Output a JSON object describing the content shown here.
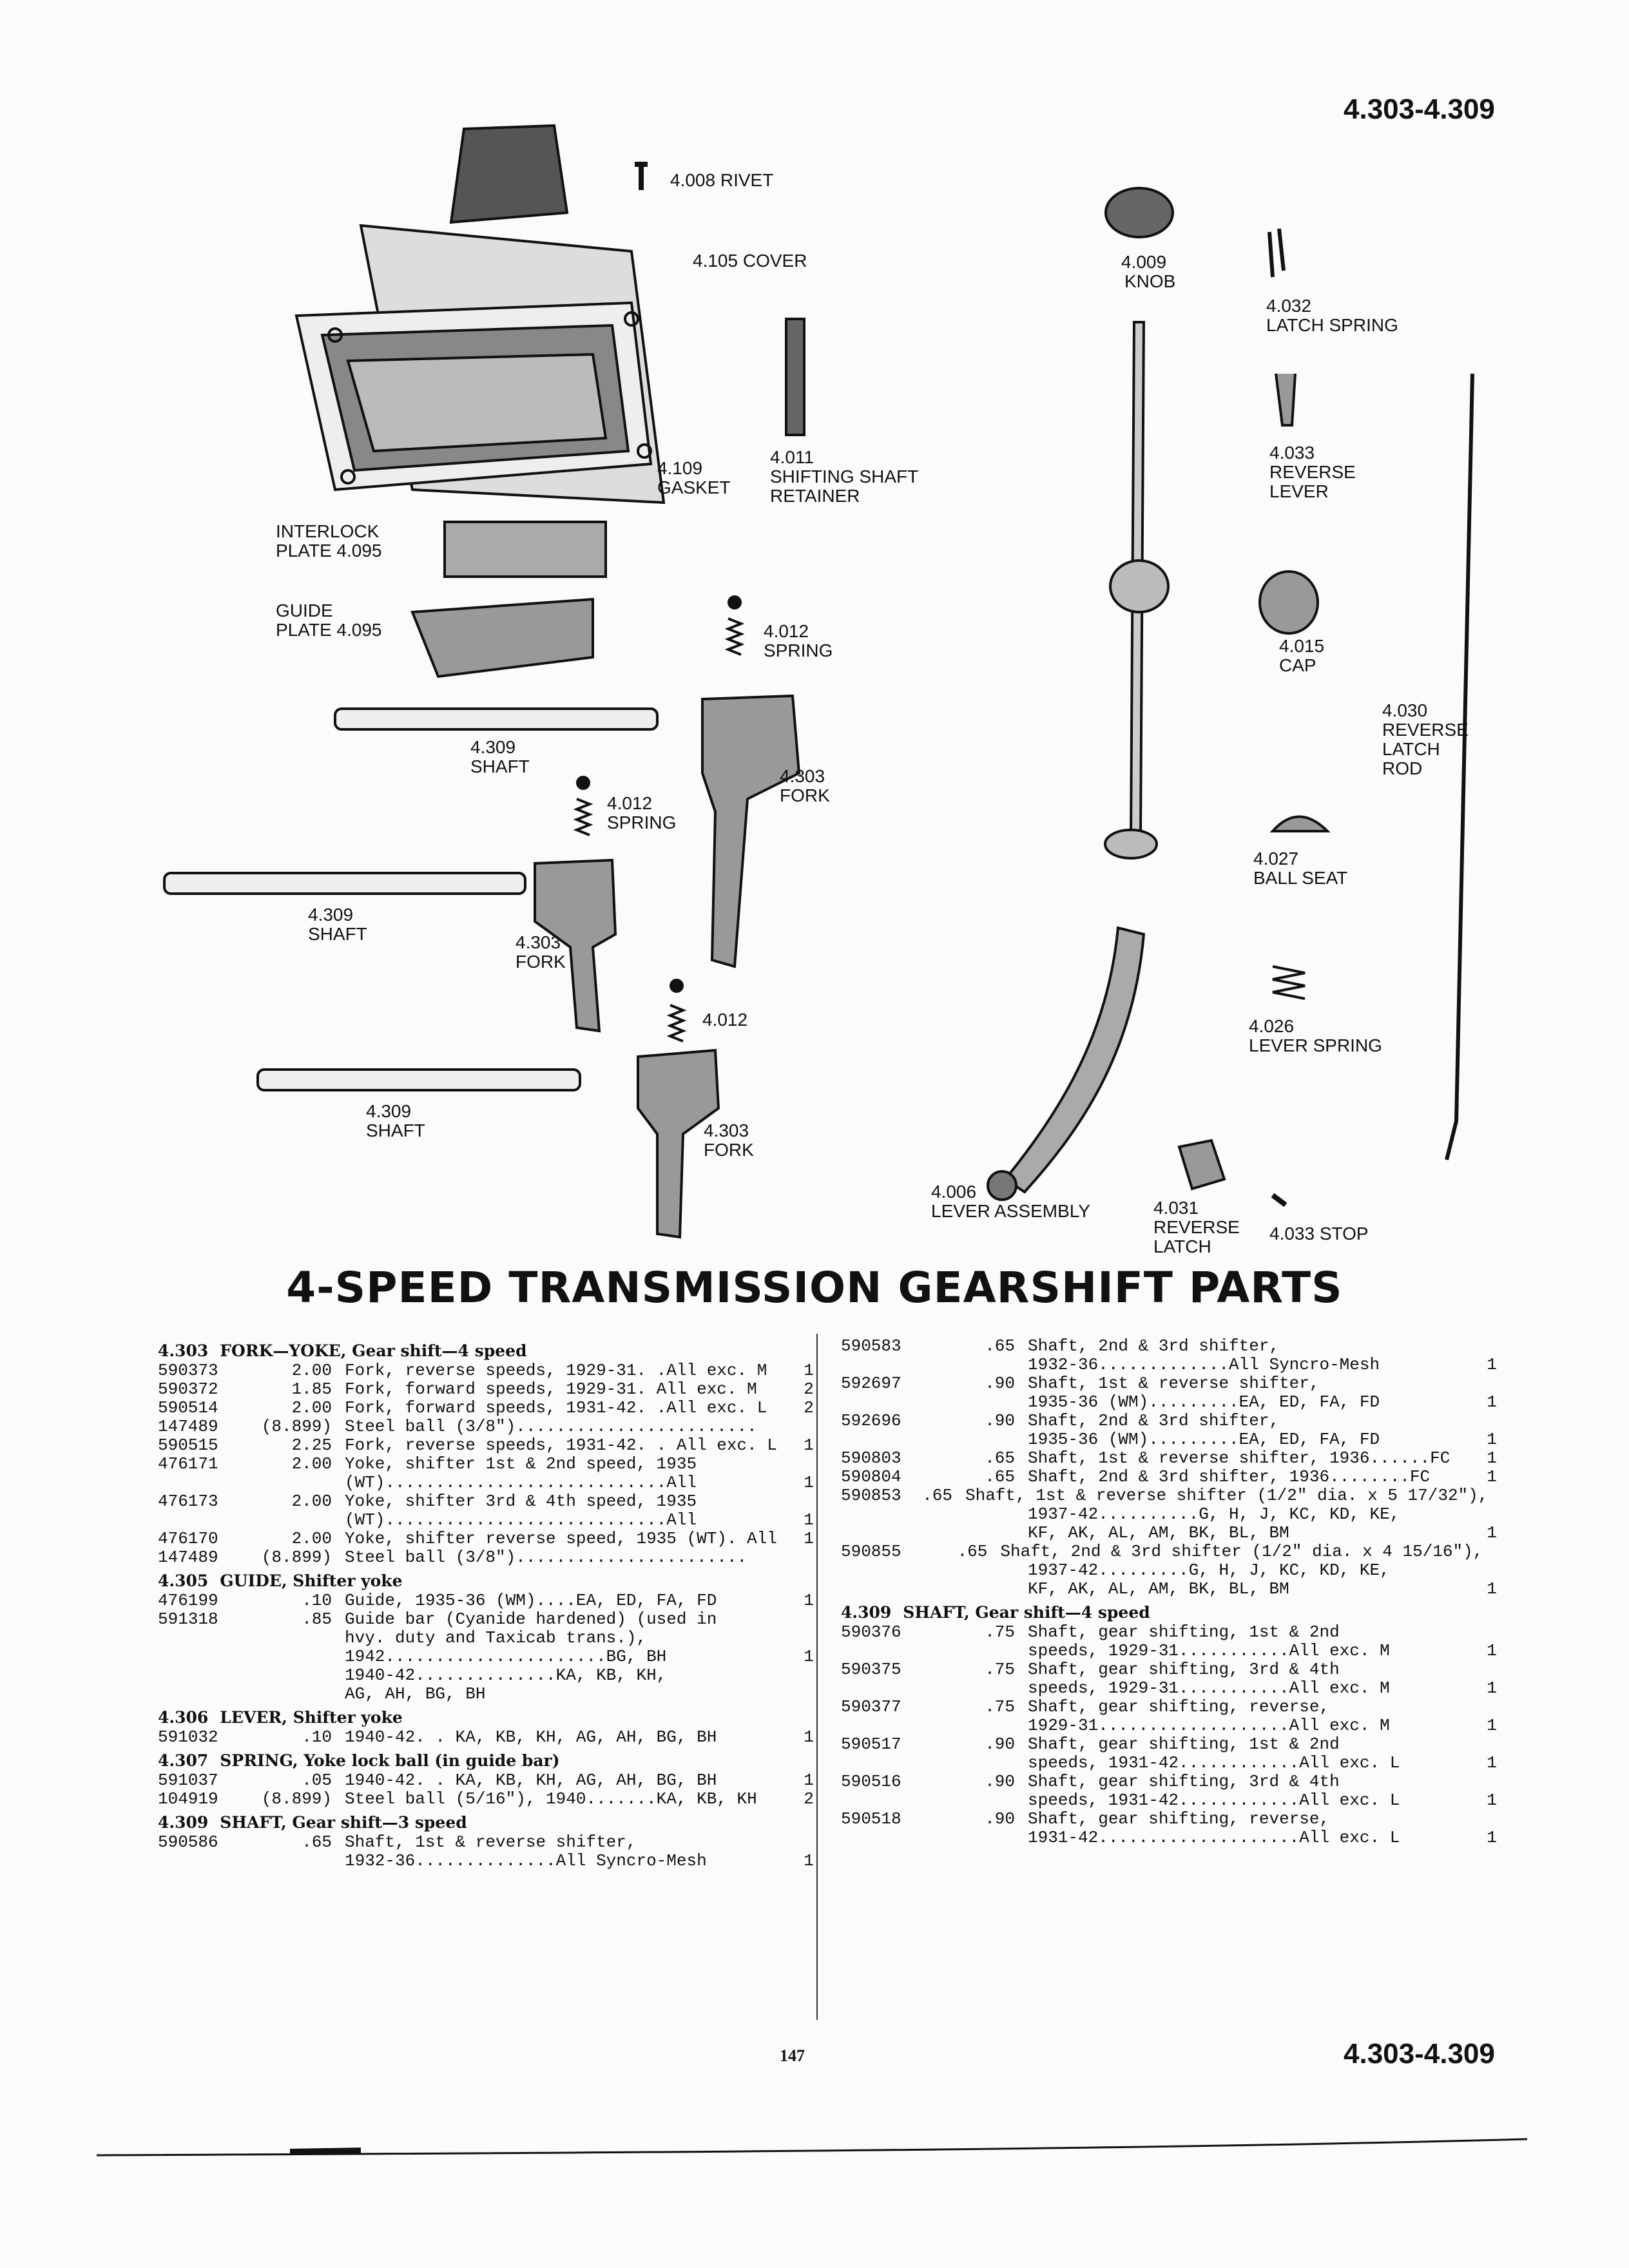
{
  "page_ref": "4.303-4.309",
  "page_number": "147",
  "title": "4-SPEED TRANSMISSION GEARSHIFT PARTS",
  "labels": {
    "rivet": "4.008 RIVET",
    "cover": "4.105 COVER",
    "knob_num": "4.009",
    "knob": "KNOB",
    "latch_spring_num": "4.032",
    "latch_spring": "LATCH SPRING",
    "retainer_num": "4.011",
    "retainer_1": "SHIFTING SHAFT",
    "retainer_2": "RETAINER",
    "gasket_num": "4.109",
    "gasket": "GASKET",
    "reverse_lever_num": "4.033",
    "reverse_lever_1": "REVERSE",
    "reverse_lever_2": "LEVER",
    "interlock_1": "INTERLOCK",
    "interlock_2": "PLATE 4.095",
    "guide_1": "GUIDE",
    "guide_2": "PLATE 4.095",
    "spring_a_num": "4.012",
    "spring_a": "SPRING",
    "cap_num": "4.015",
    "cap": "CAP",
    "reverse_latch_rod_num": "4.030",
    "reverse_latch_rod_1": "REVERSE",
    "reverse_latch_rod_2": "LATCH",
    "reverse_latch_rod_3": "ROD",
    "shaft_a_num": "4.309",
    "shaft_a": "SHAFT",
    "fork_a_num": "4.303",
    "fork_a": "FORK",
    "spring_b_num": "4.012",
    "spring_b": "SPRING",
    "ball_seat_num": "4.027",
    "ball_seat": "BALL SEAT",
    "shaft_b_num": "4.309",
    "shaft_b": "SHAFT",
    "fork_b_num": "4.303",
    "fork_b": "FORK",
    "lever_spring_num": "4.026",
    "lever_spring": "LEVER SPRING",
    "spring_c": "4.012",
    "shaft_c_num": "4.309",
    "shaft_c": "SHAFT",
    "fork_c_num": "4.303",
    "fork_c": "FORK",
    "lever_assembly_num": "4.006",
    "lever_assembly": "LEVER ASSEMBLY",
    "reverse_latch_num": "4.031",
    "reverse_latch_1": "REVERSE",
    "reverse_latch_2": "LATCH",
    "stop": "4.033 STOP"
  },
  "left_column": [
    {
      "type": "header",
      "num": "4.303",
      "text": "FORK—YOKE, Gear shift—4 speed"
    },
    {
      "type": "row",
      "part": "590373",
      "price": "2.00",
      "desc": "Fork, reverse speeds, 1929-31. .All exc. M",
      "qty": "1"
    },
    {
      "type": "row",
      "part": "590372",
      "price": "1.85",
      "desc": "Fork, forward speeds, 1929-31. All exc. M",
      "qty": "2"
    },
    {
      "type": "row",
      "part": "590514",
      "price": "2.00",
      "desc": "Fork, forward speeds, 1931-42. .All exc. L",
      "qty": "2"
    },
    {
      "type": "row",
      "part": "147489",
      "price": "(8.899)",
      "desc": "Steel ball (3/8\")........................",
      "qty": ""
    },
    {
      "type": "row",
      "part": "590515",
      "price": "2.25",
      "desc": "Fork, reverse speeds, 1931-42. . All exc. L",
      "qty": "1"
    },
    {
      "type": "row",
      "part": "476171",
      "price": "2.00",
      "desc": "Yoke, shifter 1st & 2nd speed, 1935",
      "qty": ""
    },
    {
      "type": "row",
      "part": "",
      "price": "",
      "desc": "    (WT)............................All",
      "qty": "1"
    },
    {
      "type": "row",
      "part": "476173",
      "price": "2.00",
      "desc": "Yoke, shifter 3rd & 4th speed, 1935",
      "qty": ""
    },
    {
      "type": "row",
      "part": "",
      "price": "",
      "desc": "    (WT)............................All",
      "qty": "1"
    },
    {
      "type": "row",
      "part": "476170",
      "price": "2.00",
      "desc": "Yoke, shifter reverse speed, 1935 (WT). All",
      "qty": "1"
    },
    {
      "type": "row",
      "part": "147489",
      "price": "(8.899)",
      "desc": "Steel ball (3/8\").......................",
      "qty": ""
    },
    {
      "type": "header",
      "num": "4.305",
      "text": "GUIDE, Shifter yoke"
    },
    {
      "type": "row",
      "part": "476199",
      "price": ".10",
      "desc": "Guide, 1935-36 (WM)....EA, ED, FA, FD",
      "qty": "1"
    },
    {
      "type": "row",
      "part": "591318",
      "price": ".85",
      "desc": "Guide bar (Cyanide hardened) (used in",
      "qty": ""
    },
    {
      "type": "row",
      "part": "",
      "price": "",
      "desc": "  hvy. duty and Taxicab trans.),",
      "qty": ""
    },
    {
      "type": "row",
      "part": "",
      "price": "",
      "desc": "  1942......................BG, BH",
      "qty": "1"
    },
    {
      "type": "row",
      "part": "",
      "price": "",
      "desc": "  1940-42..............KA, KB, KH,",
      "qty": ""
    },
    {
      "type": "row",
      "part": "",
      "price": "",
      "desc": "                   AG, AH, BG, BH",
      "qty": ""
    },
    {
      "type": "header",
      "num": "4.306",
      "text": "LEVER, Shifter yoke"
    },
    {
      "type": "row",
      "part": "591032",
      "price": ".10",
      "desc": "1940-42. . KA, KB, KH, AG, AH, BG, BH",
      "qty": "1"
    },
    {
      "type": "header",
      "num": "4.307",
      "text": "SPRING, Yoke lock ball (in guide bar)"
    },
    {
      "type": "row",
      "part": "591037",
      "price": ".05",
      "desc": "1940-42. . KA, KB, KH, AG, AH, BG, BH",
      "qty": "1"
    },
    {
      "type": "row",
      "part": "104919",
      "price": "(8.899)",
      "desc": "Steel ball (5/16\"), 1940.......KA, KB, KH",
      "qty": "2"
    },
    {
      "type": "header",
      "num": "4.309",
      "text": "SHAFT, Gear shift—3 speed"
    },
    {
      "type": "row",
      "part": "590586",
      "price": ".65",
      "desc": "Shaft, 1st & reverse shifter,",
      "qty": ""
    },
    {
      "type": "row",
      "part": "",
      "price": "",
      "desc": "  1932-36..............All Syncro-Mesh",
      "qty": "1"
    }
  ],
  "right_column": [
    {
      "type": "row",
      "part": "590583",
      "price": ".65",
      "desc": "Shaft, 2nd & 3rd shifter,",
      "qty": ""
    },
    {
      "type": "row",
      "part": "",
      "price": "",
      "desc": "  1932-36.............All Syncro-Mesh",
      "qty": "1"
    },
    {
      "type": "row",
      "part": "592697",
      "price": ".90",
      "desc": "Shaft, 1st & reverse shifter,",
      "qty": ""
    },
    {
      "type": "row",
      "part": "",
      "price": "",
      "desc": "  1935-36 (WM).........EA, ED, FA, FD",
      "qty": "1"
    },
    {
      "type": "row",
      "part": "592696",
      "price": ".90",
      "desc": "Shaft, 2nd & 3rd shifter,",
      "qty": ""
    },
    {
      "type": "row",
      "part": "",
      "price": "",
      "desc": "  1935-36 (WM).........EA, ED, FA, FD",
      "qty": "1"
    },
    {
      "type": "row",
      "part": "590803",
      "price": ".65",
      "desc": "Shaft, 1st & reverse shifter, 1936......FC",
      "qty": "1"
    },
    {
      "type": "row",
      "part": "590804",
      "price": ".65",
      "desc": "Shaft, 2nd & 3rd shifter, 1936........FC",
      "qty": "1"
    },
    {
      "type": "row",
      "part": "590853",
      "price": ".65",
      "desc": "Shaft, 1st & reverse shifter (1/2\" dia. x 5 17/32\"),",
      "qty": ""
    },
    {
      "type": "row",
      "part": "",
      "price": "",
      "desc": "  1937-42..........G, H, J, KC, KD, KE,",
      "qty": ""
    },
    {
      "type": "row",
      "part": "",
      "price": "",
      "desc": "     KF, AK, AL, AM, BK, BL, BM",
      "qty": "1"
    },
    {
      "type": "row",
      "part": "590855",
      "price": ".65",
      "desc": "Shaft, 2nd & 3rd shifter (1/2\" dia. x 4 15/16\"),",
      "qty": ""
    },
    {
      "type": "row",
      "part": "",
      "price": "",
      "desc": "  1937-42.........G, H, J, KC, KD, KE,",
      "qty": ""
    },
    {
      "type": "row",
      "part": "",
      "price": "",
      "desc": "     KF, AK, AL, AM, BK, BL, BM",
      "qty": "1"
    },
    {
      "type": "header",
      "num": "4.309",
      "text": "SHAFT, Gear shift—4 speed"
    },
    {
      "type": "row",
      "part": "590376",
      "price": ".75",
      "desc": "Shaft, gear shifting, 1st & 2nd",
      "qty": ""
    },
    {
      "type": "row",
      "part": "",
      "price": "",
      "desc": "  speeds, 1929-31...........All exc. M",
      "qty": "1"
    },
    {
      "type": "row",
      "part": "590375",
      "price": ".75",
      "desc": "Shaft, gear shifting, 3rd & 4th",
      "qty": ""
    },
    {
      "type": "row",
      "part": "",
      "price": "",
      "desc": "  speeds, 1929-31...........All exc. M",
      "qty": "1"
    },
    {
      "type": "row",
      "part": "590377",
      "price": ".75",
      "desc": "Shaft, gear shifting, reverse,",
      "qty": ""
    },
    {
      "type": "row",
      "part": "",
      "price": "",
      "desc": "  1929-31...................All exc. M",
      "qty": "1"
    },
    {
      "type": "row",
      "part": "590517",
      "price": ".90",
      "desc": "Shaft, gear shifting, 1st & 2nd",
      "qty": ""
    },
    {
      "type": "row",
      "part": "",
      "price": "",
      "desc": "  speeds, 1931-42............All exc. L",
      "qty": "1"
    },
    {
      "type": "row",
      "part": "590516",
      "price": ".90",
      "desc": "Shaft, gear shifting, 3rd & 4th",
      "qty": ""
    },
    {
      "type": "row",
      "part": "",
      "price": "",
      "desc": "  speeds, 1931-42............All exc. L",
      "qty": "1"
    },
    {
      "type": "row",
      "part": "590518",
      "price": ".90",
      "desc": "Shaft, gear shifting, reverse,",
      "qty": ""
    },
    {
      "type": "row",
      "part": "",
      "price": "",
      "desc": "  1931-42....................All exc. L",
      "qty": "1"
    }
  ]
}
